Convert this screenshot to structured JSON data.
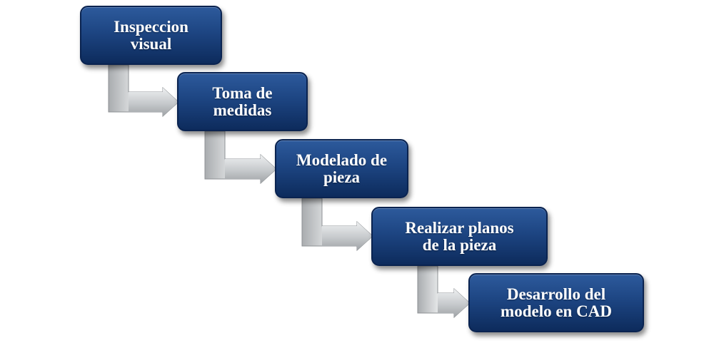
{
  "steps": [
    {
      "label": "Inspeccion\nvisual"
    },
    {
      "label": "Toma de\nmedidas"
    },
    {
      "label": "Modelado de\npieza"
    },
    {
      "label": "Realizar planos\nde la pieza"
    },
    {
      "label": "Desarrollo del\nmodelo en CAD"
    }
  ],
  "colors": {
    "box_fill": "#1d4582",
    "box_border": "#0a2350",
    "text": "#ffffff",
    "arrow": "#c8cacc",
    "background": "#ffffff"
  }
}
